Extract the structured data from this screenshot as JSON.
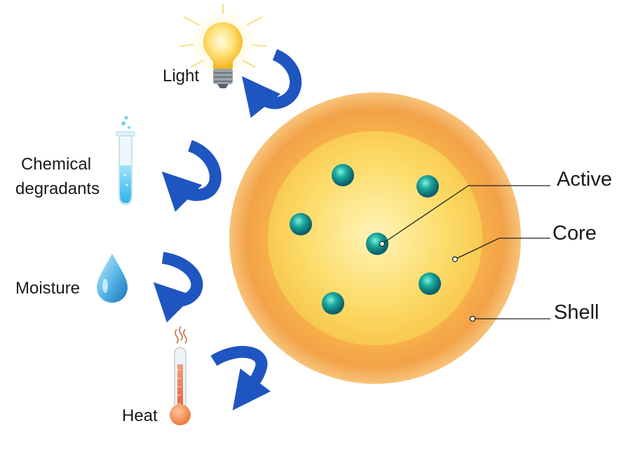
{
  "stimuli": {
    "light": "Light",
    "chemical_line1": "Chemical",
    "chemical_line2": "degradants",
    "moisture": "Moisture",
    "heat": "Heat"
  },
  "capsule": {
    "active": "Active",
    "core": "Core",
    "shell": "Shell"
  },
  "colors": {
    "arrow": "#1f55c0",
    "shell": "#f2a03a",
    "core": "#fbd860",
    "active_particle": "#1aa79a",
    "leader_line": "#222222"
  },
  "icons": [
    "light-bulb-icon",
    "test-tube-icon",
    "water-drop-icon",
    "thermometer-icon"
  ]
}
